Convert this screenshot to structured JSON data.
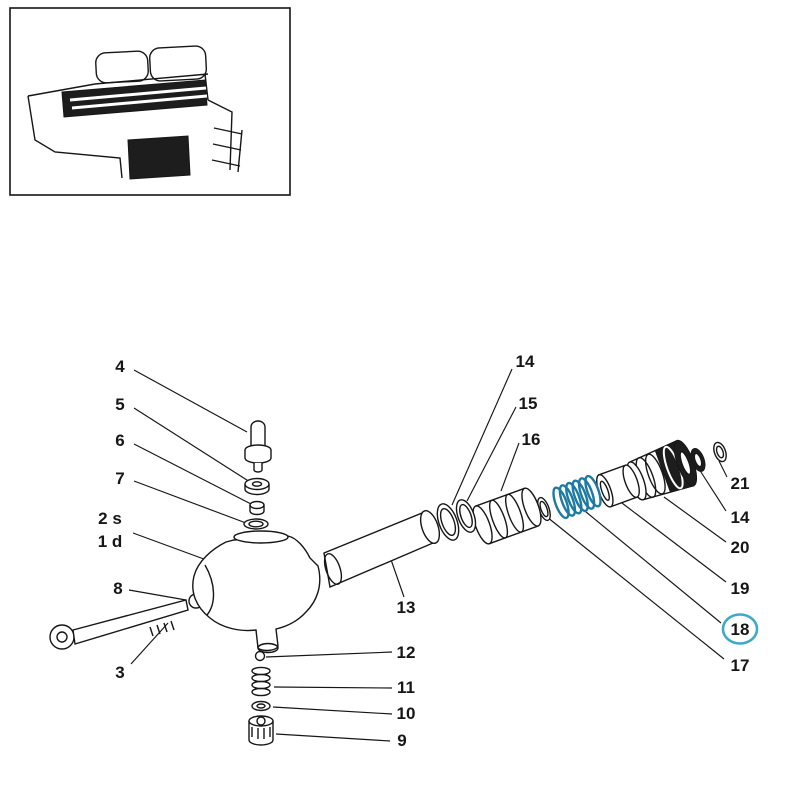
{
  "diagram": {
    "highlighted_part": "18",
    "highlight_color": "#3FA9CC",
    "spring_color": "#1C7AA3",
    "line_color": "#161616",
    "callouts": {
      "c3": "3",
      "c4": "4",
      "c5": "5",
      "c6": "6",
      "c7": "7",
      "c8": "8",
      "c9": "9",
      "c10": "10",
      "c11": "11",
      "c12": "12",
      "c13": "13",
      "c14_top": "14",
      "c14_right": "14",
      "c15": "15",
      "c16": "16",
      "c17": "17",
      "c18": "18",
      "c19": "19",
      "c20": "20",
      "c21": "21",
      "variant_top": "2 s",
      "variant_bottom": "1 d"
    }
  }
}
